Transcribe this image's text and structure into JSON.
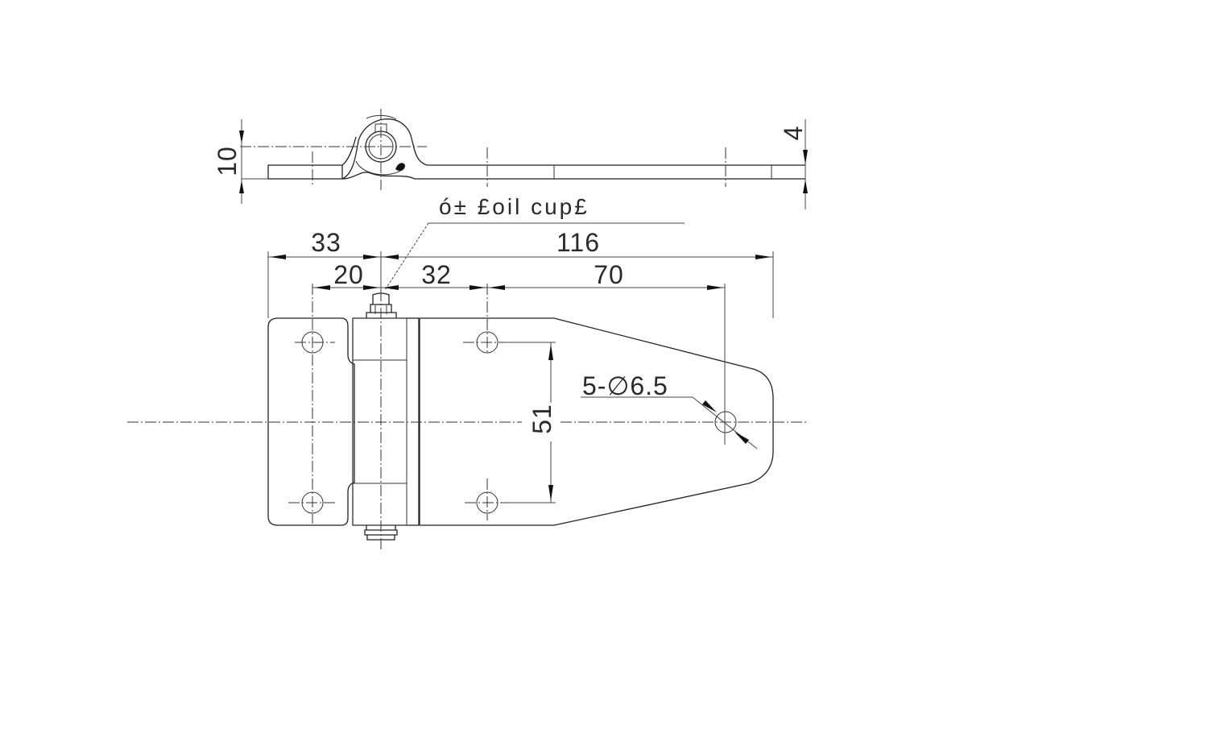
{
  "drawing": {
    "title": "Hinge technical drawing",
    "side_view": {
      "thickness_dim": "10",
      "plate_thickness_dim": "4",
      "callout_note": "ó± £oil cup£"
    },
    "plan_view": {
      "dims": {
        "overall_length": "116",
        "left_leaf_width": "33",
        "hole_to_pin": "20",
        "pin_to_hole": "32",
        "hole_spacing_horizontal": "70",
        "hole_spacing_vertical": "51",
        "hole_spec": "5-∅6.5"
      }
    },
    "colors": {
      "line": "#222222",
      "background": "#ffffff"
    }
  }
}
